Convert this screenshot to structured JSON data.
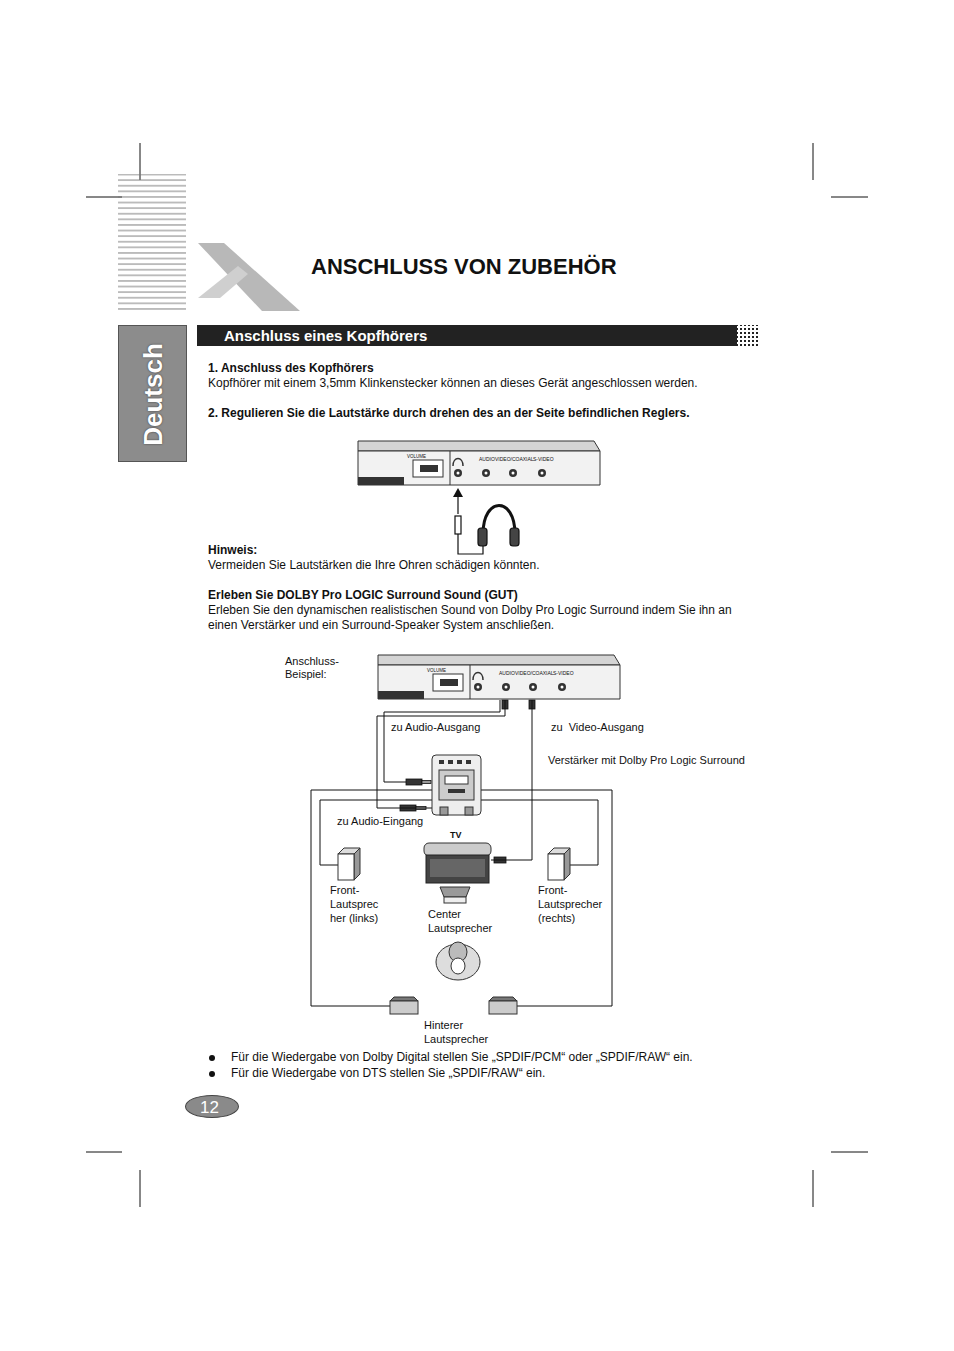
{
  "diagram": {
    "title": "ANSCHLUSS VON ZUBEHÖR",
    "nodes": [
      {
        "text": [
          "Deutsch"
        ]
      },
      {
        "text": [
          "Anschluss eines Kopfhörers"
        ]
      },
      {
        "text": [
          "VOLUME",
          "AUDIO",
          "VIDEO/COAXIAL",
          "S-VIDEO"
        ]
      },
      {
        "text": [
          "VOLUME",
          "AUDIO",
          "VIDEO/COAXIAL",
          "S-VIDEO"
        ]
      },
      {
        "text": [
          "Verstärker mit Dolby Pro Logic Surround"
        ]
      },
      {
        "text": [
          "TV"
        ]
      },
      {
        "text": [
          "Front- Lautsprec her (links)"
        ]
      },
      {
        "text": [
          "Center Lautsprecher"
        ]
      },
      {
        "text": [
          "Front- Lautsprecher (rechts)"
        ]
      },
      {
        "text": [
          "Hinterer Lautsprecher"
        ]
      },
      {
        "text": [
          "12"
        ]
      }
    ],
    "edges": [
      {
        "from": 3,
        "to": 4,
        "arrow": "none"
      },
      {
        "from": 3,
        "to": 5,
        "arrow": "none"
      },
      {
        "from": 4,
        "to": 6,
        "arrow": "none"
      },
      {
        "from": 4,
        "to": 8,
        "arrow": "none"
      },
      {
        "from": 4,
        "to": 9,
        "arrow": "none"
      }
    ],
    "labels": [
      "1. Anschluss des Kopfhörers",
      "Kopfhörer mit einem 3,5mm Klinkenstecker können an dieses Gerät angeschlossen werden.",
      "2. Regulieren Sie die Lautstärke durch drehen des an der Seite befindlichen Reglers.",
      "Hinweis:",
      "Vermeiden Sie Lautstärken die Ihre Ohren schädigen könnten.",
      "Erleben Sie DOLBY Pro LOGIC Surround Sound (GUT)",
      "Erleben Sie den dynamischen realistischen Sound von Dolby Pro Logic Surround indem Sie ihn an einen Verstärker und ein Surround-Speaker System anschließen.",
      "Anschluss-Beispiel:",
      "zu Audio-Ausgang",
      "zu  Video-Ausgang",
      "zu Audio-Eingang",
      "Für die Wiedergabe von Dolby Digital stellen Sie „SPDIF/PCM“ oder „SPDIF/RAW“ ein.",
      "Für die Wiedergabe von DTS stellen Sie „SPDIF/RAW“ ein."
    ]
  }
}
